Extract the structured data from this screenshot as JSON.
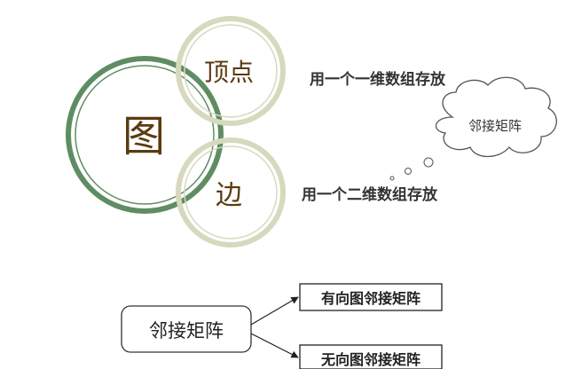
{
  "venn": {
    "main_label": "图",
    "top_label": "顶点",
    "bottom_label": "边"
  },
  "notes": {
    "vertex_storage": "用一个一维数组存放",
    "edge_storage": "用一个二维数组存放",
    "cloud_label": "邻接矩阵"
  },
  "tree": {
    "root": "邻接矩阵",
    "child_directed": "有向图邻接矩阵",
    "child_undirected": "无向图邻接矩阵"
  },
  "colors": {
    "main_ring": "#5f8d63",
    "small_ring": "#d6d9bd",
    "main_text": "#5a3a10",
    "dark_text": "#222222"
  }
}
